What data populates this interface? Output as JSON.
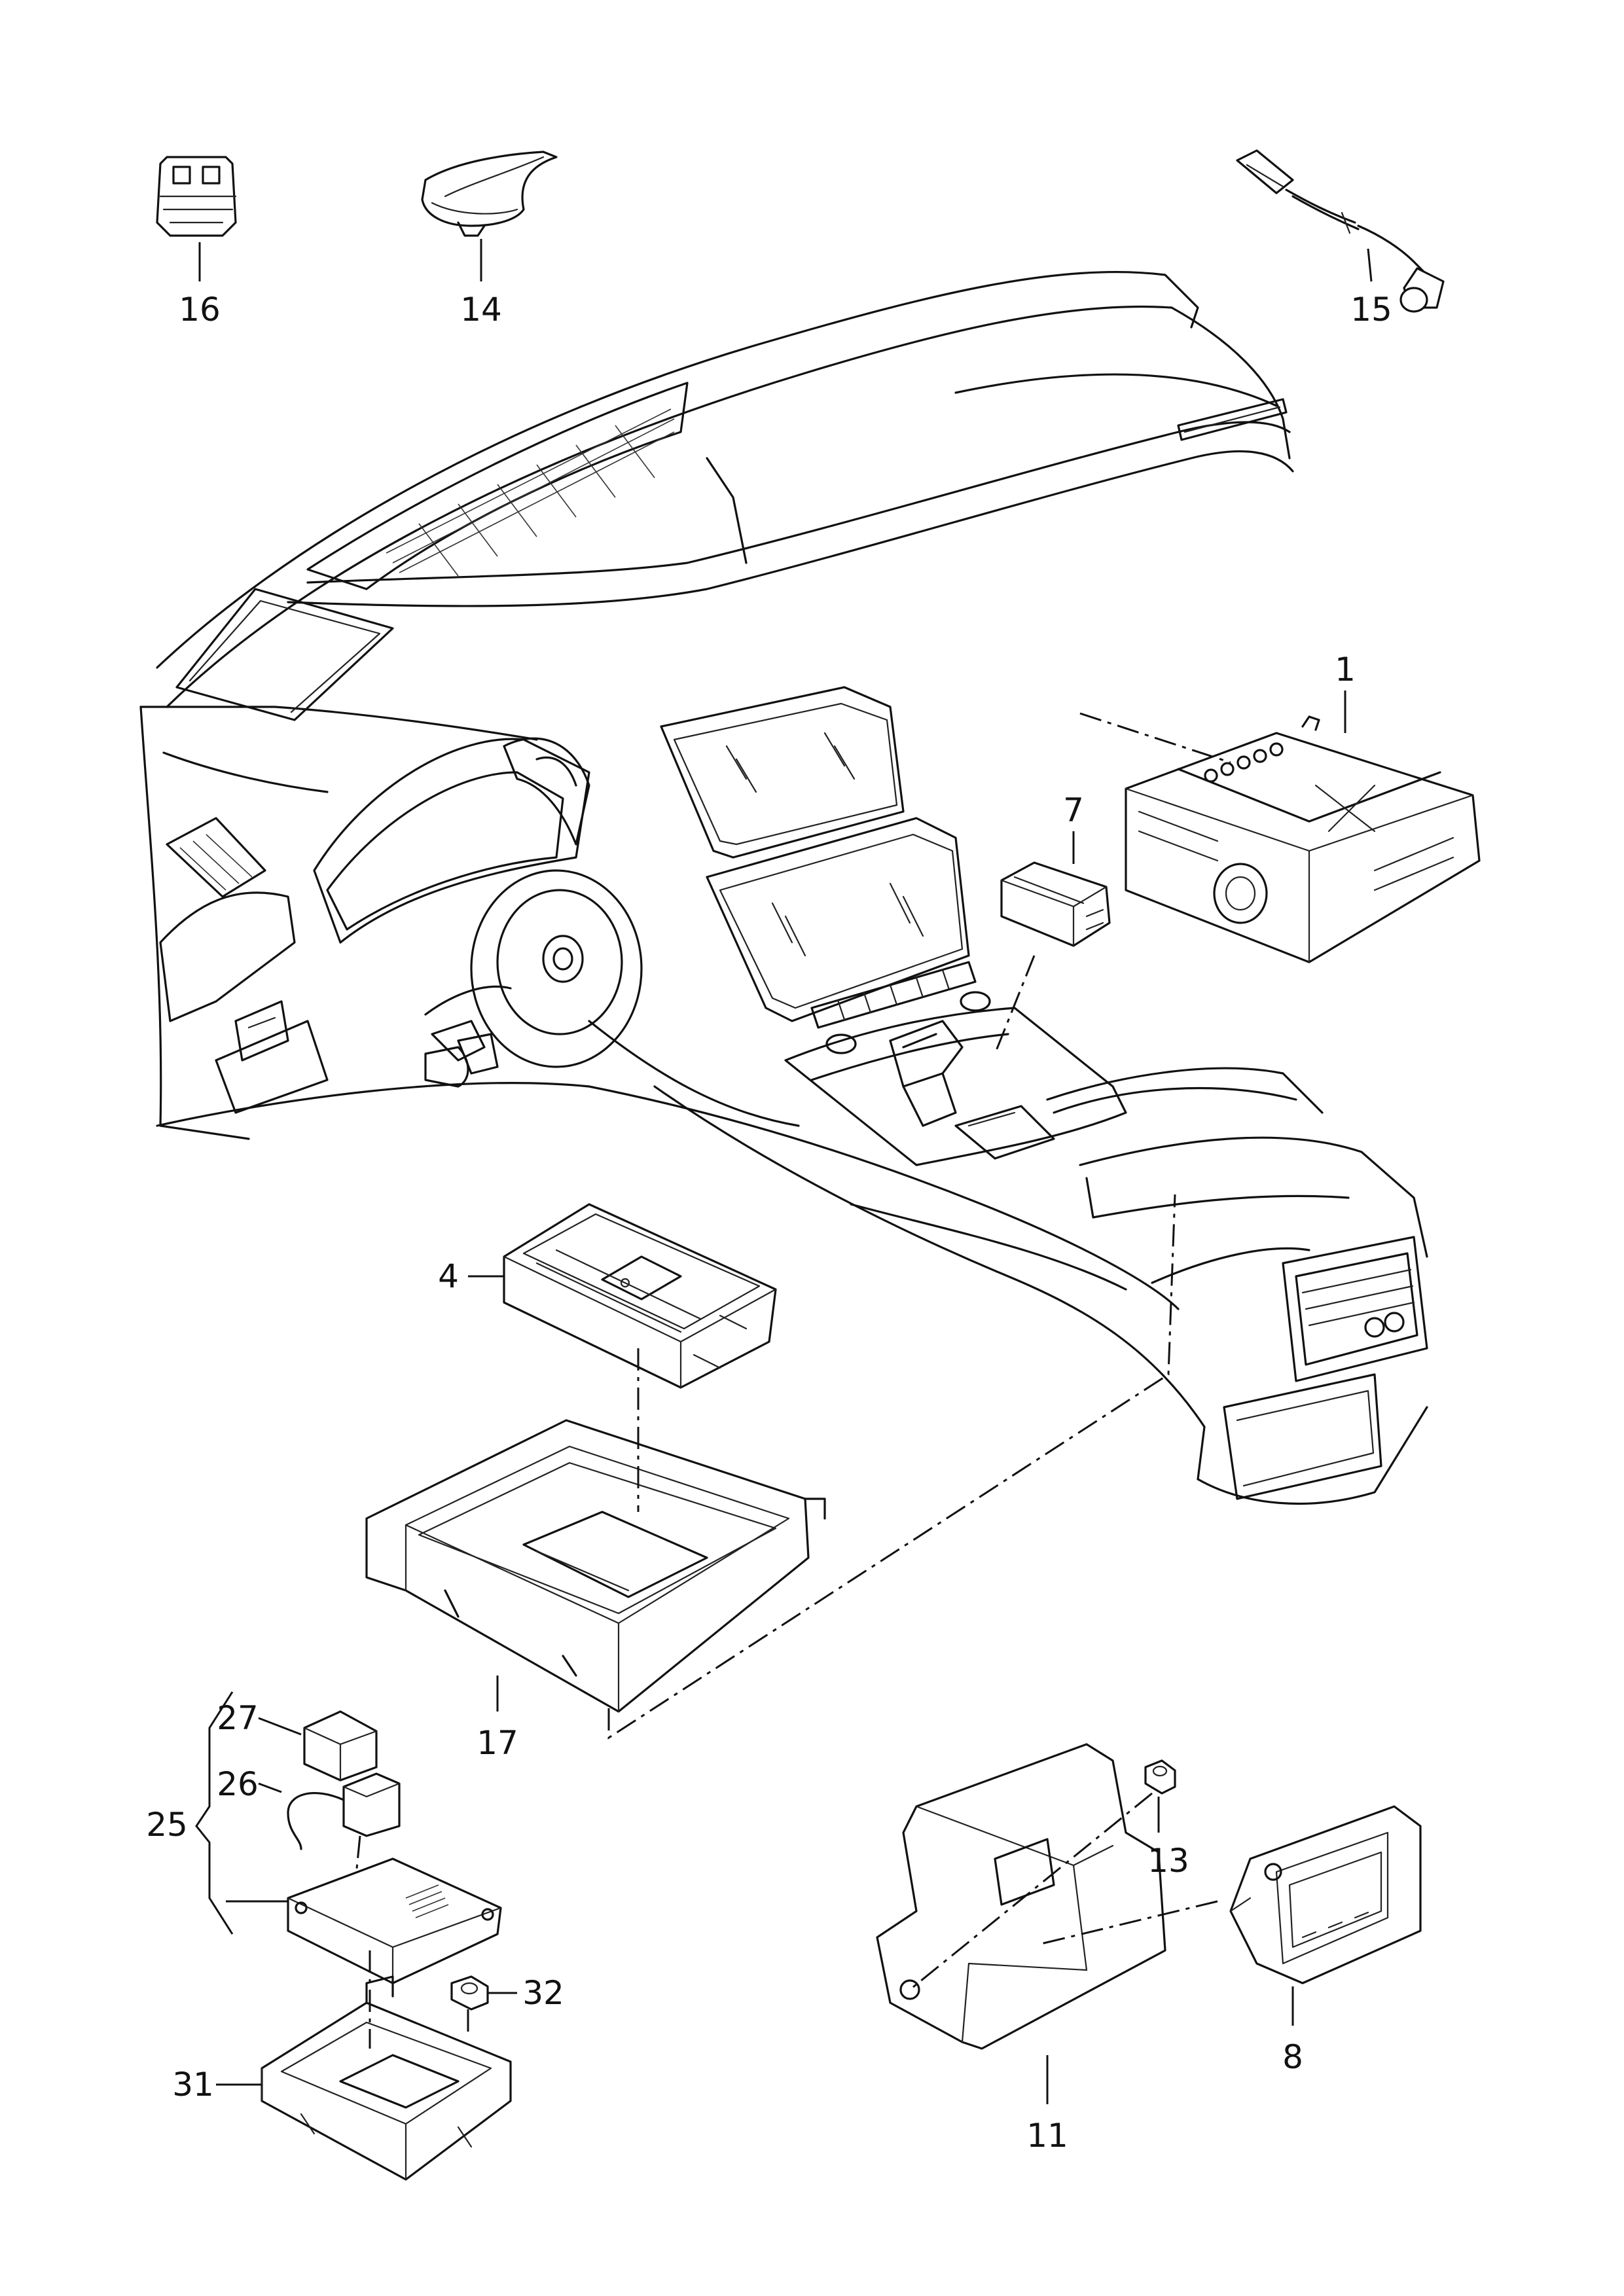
{
  "callouts": [
    {
      "id": "1",
      "label": "1"
    },
    {
      "id": "4",
      "label": "4"
    },
    {
      "id": "7",
      "label": "7"
    },
    {
      "id": "8",
      "label": "8"
    },
    {
      "id": "11",
      "label": "11"
    },
    {
      "id": "13",
      "label": "13"
    },
    {
      "id": "14",
      "label": "14"
    },
    {
      "id": "15",
      "label": "15"
    },
    {
      "id": "16",
      "label": "16"
    },
    {
      "id": "17",
      "label": "17"
    },
    {
      "id": "25",
      "label": "25"
    },
    {
      "id": "26",
      "label": "26"
    },
    {
      "id": "27",
      "label": "27"
    },
    {
      "id": "31",
      "label": "31"
    },
    {
      "id": "32",
      "label": "32"
    }
  ]
}
